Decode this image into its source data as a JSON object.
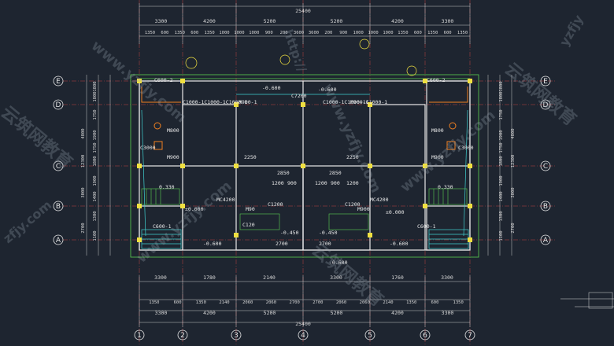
{
  "colors": {
    "bg": "#1e2530",
    "wall": "#e8e8e8",
    "dim": "#d8d8d8",
    "axis": "#e04040",
    "column": "#f0e040",
    "pipe": "#40d0d0",
    "green": "#5ad050",
    "orange": "#f08020",
    "grid": "#c04040"
  },
  "total_width": "25400",
  "top_dims_row1": [
    "3300",
    "4200",
    "5200",
    "5200",
    "4200",
    "3300"
  ],
  "top_dims_row2": [
    "1350",
    "600",
    "1350",
    "600",
    "1350",
    "1000",
    "1000",
    "1000",
    "900",
    "200",
    "3600",
    "3600",
    "200",
    "900",
    "1000",
    "1000",
    "1000",
    "1350",
    "600",
    "1350",
    "600",
    "1350"
  ],
  "bottom_dims_row1": [
    "3300",
    "1780",
    "2140",
    "3300",
    "1760",
    "3300"
  ],
  "bottom_dims_row2": [
    "1350",
    "600",
    "1350",
    "2140",
    "2060",
    "2060",
    "2700",
    "2700",
    "2060",
    "2060",
    "2140",
    "1350",
    "600",
    "1350"
  ],
  "bottom_dims_row3": [
    "3300",
    "4200",
    "5200",
    "5200",
    "4200",
    "3300"
  ],
  "bottom_total": "25400",
  "row_axes": [
    "E",
    "D",
    "C",
    "B",
    "A"
  ],
  "col_axes": [
    "1",
    "2",
    "3",
    "4",
    "5",
    "6",
    "7"
  ],
  "left_dims": [
    "1800",
    "1800",
    "1750",
    "1900",
    "1750",
    "1800",
    "1900",
    "1400",
    "1300",
    "1100"
  ],
  "left_totals": [
    "4800",
    "12300",
    "3000",
    "2700"
  ],
  "labels": {
    "c600_2_left": "C600-2",
    "c600_2_right": "C600-2",
    "c1000_left": "C1000-1C1000-1C1000-1",
    "m900_left": "M900-1",
    "c1000_right": "C1000-1C1000-1C1000-1",
    "m900_right": "M900-1",
    "c7200": "C7200",
    "lvl_0600": "-0.600",
    "lvl_0600b": "-0.600",
    "m800_l": "M800",
    "m900_l": "M900",
    "m800_r": "M800",
    "m900_r": "M900",
    "c3000_l": "C3000",
    "c3000_r": "C3000",
    "d2250a": "2250",
    "d2250b": "2250",
    "d2850a": "2850",
    "d2850b": "2850",
    "r1200": "1200",
    "r900": "900",
    "r1200b": "1200",
    "r900b": "900",
    "r1200c": "1200",
    "mc4200_l": "MC4200",
    "mc4200_r": "MC4200",
    "m90_l": "M90",
    "m90_r": "M900",
    "z0000_l": "±0.000",
    "z0000_r": "±0.000",
    "lvl_0330_l": "0.330",
    "lvl_0330_r": "0.330",
    "lvl_0450_l": "-0.450",
    "lvl_0450_r": "-0.450",
    "c600_1_l": "C600-1",
    "c600_1_r": "C600-1",
    "lvl_0600_l": "-0.600",
    "lvl_0600_r": "-0.600",
    "d2700_l": "2700",
    "d2700_r": "2700",
    "c1200_l": "C1200",
    "c1200_r": "C1200",
    "lvl_0600_c": "-0.600",
    "c120_l": "C120"
  },
  "watermarks": {
    "url": "www.yzfjy.com",
    "brand": "云筑网教育",
    "corner": "yzfjy",
    "left": "zfjy.com",
    "http": "http://"
  }
}
